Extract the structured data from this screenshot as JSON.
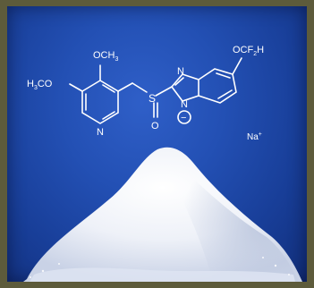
{
  "image": {
    "subject": "sodium salt chemical structure over white powder heap",
    "colors": {
      "frame": "#5d5b3b",
      "background_light": "#2f5fc8",
      "background_dark": "#122f7c",
      "bonds": "#ffffff",
      "powder": "#f4f6fb"
    }
  },
  "structure": {
    "labels": {
      "methoxy_top": "OCH",
      "methoxy_top_sub": "3",
      "methoxy_left": "H",
      "methoxy_left_sub": "3",
      "methoxy_left_rest": "CO",
      "pyridine_n": "N",
      "sulfur": "S",
      "sulfoxide_o": "O",
      "benzimidazole_n_top": "N",
      "benzimidazole_n_bottom": "N",
      "charge": "−",
      "difluoromethoxy": "OCF",
      "difluoromethoxy_sub": "2",
      "difluoromethoxy_h": "H",
      "counterion": "Na",
      "counterion_charge": "+"
    }
  }
}
